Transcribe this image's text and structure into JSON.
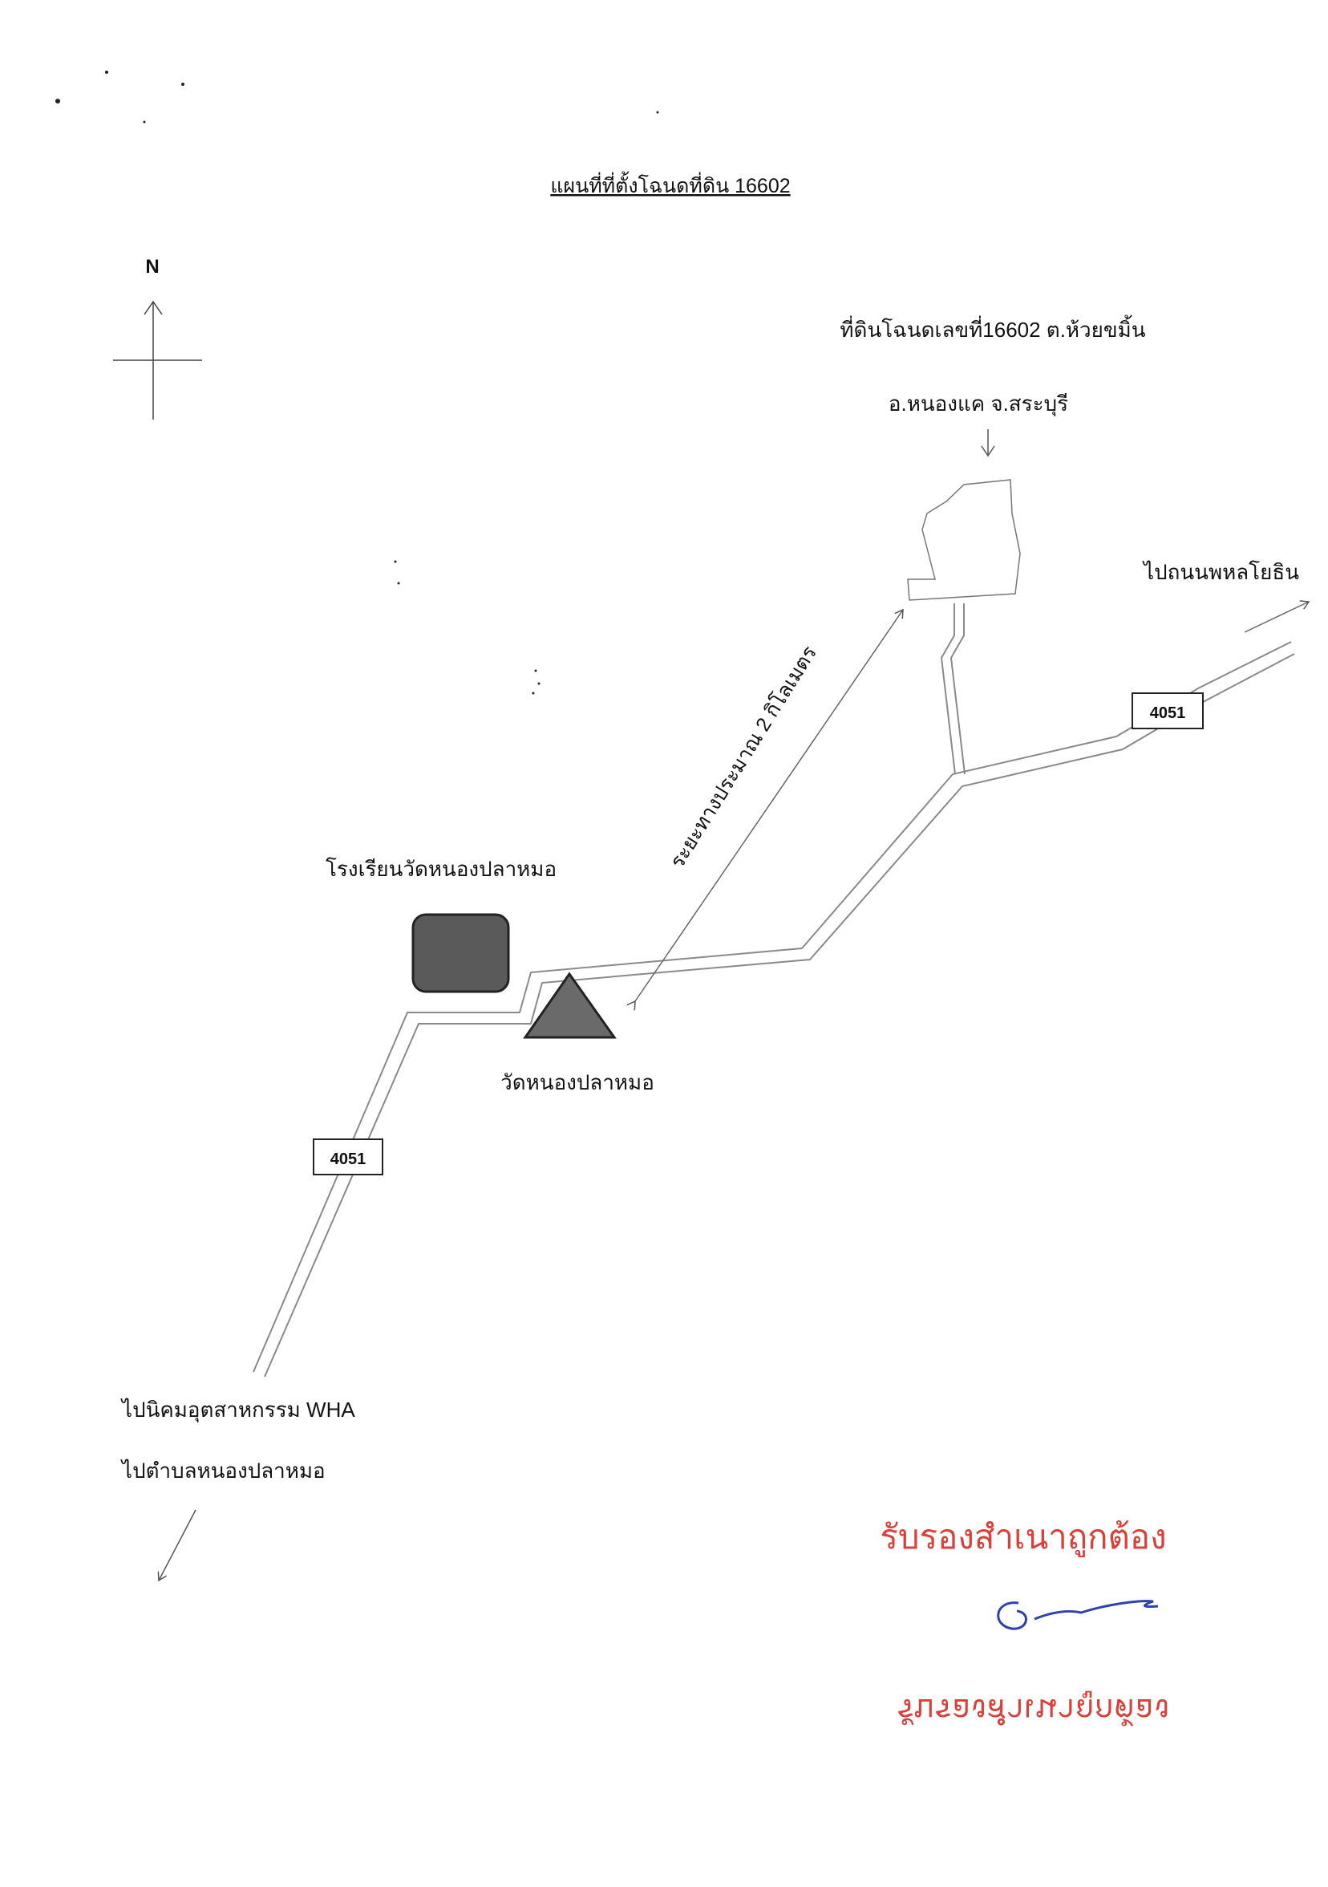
{
  "map": {
    "title": "แผนที่ที่ตั้งโฉนดที่ดิน 16602",
    "north_label": "N",
    "land_label_line1": "ที่ดินโฉนดเลขที่16602 ต.ห้วยขมิ้น",
    "land_label_line2": "อ.หนองแค จ.สระบุรี",
    "to_road_label": "ไปถนนพหลโยธิน",
    "route_number_top": "4051",
    "route_number_bottom": "4051",
    "distance_label": "ระยะทางประมาณ 2 กิโลเมตร",
    "school_label": "โรงเรียนวัดหนองปลาหมอ",
    "temple_label": "วัดหนองปลาหมอ",
    "to_industrial_label": "ไปนิคมอุตสาหกรรม WHA",
    "to_subdistrict_label": "ไปตำบลหนองปลาหมอ"
  },
  "stamp": {
    "certified_text": "รับรองสำเนาถูกต้อง",
    "mirrored_text": "รับรองสำเนาถูกต้อง",
    "color": "#d9403a"
  },
  "colors": {
    "road": "#8a8a8a",
    "school_fill": "#5a5a5a",
    "temple_fill": "#6a6a6a",
    "ink": "#111111"
  },
  "icons": {
    "north_arrow": "north-arrow-icon",
    "school": "school-symbol-icon",
    "temple": "temple-triangle-icon"
  }
}
